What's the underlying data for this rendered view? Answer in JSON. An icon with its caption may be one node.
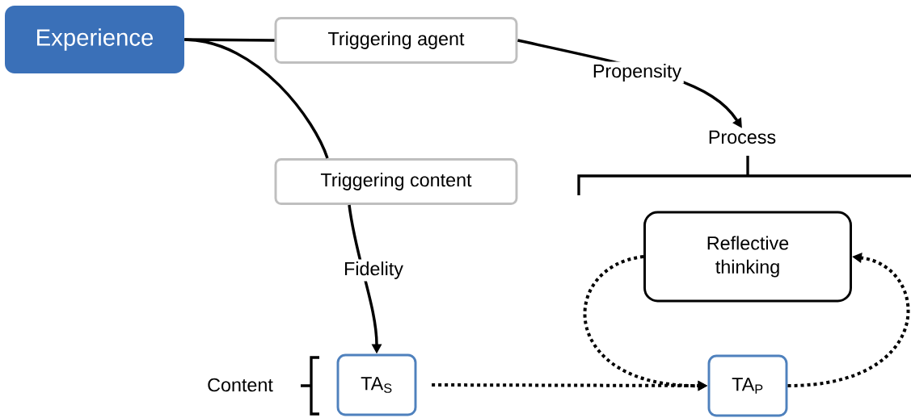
{
  "diagram": {
    "nodes": [
      {
        "text": [
          "Experience"
        ]
      },
      {
        "text": [
          "Triggering agent"
        ]
      },
      {
        "text": [
          "Triggering content"
        ]
      },
      {
        "text": [
          "Process"
        ]
      },
      {
        "text": [
          "Reflective thinking"
        ]
      },
      {
        "text": [
          "TA$_{S}$"
        ]
      },
      {
        "text": [
          "TA$_{P}$"
        ]
      }
    ],
    "edges": [
      {
        "from": 0,
        "to": 1,
        "arrow": "none"
      },
      {
        "from": 1,
        "to": 3,
        "arrow": "to",
        "label": "Propensity"
      },
      {
        "from": 0,
        "to": 2,
        "arrow": "none"
      },
      {
        "from": 2,
        "to": 5,
        "arrow": "to",
        "label": "Fidelity"
      },
      {
        "from": 5,
        "to": 6,
        "arrow": "to",
        "style": "dashed"
      },
      {
        "from": 4,
        "to": 6,
        "arrow": "to",
        "style": "dashed"
      },
      {
        "from": 6,
        "to": 4,
        "arrow": "to",
        "style": "dashed"
      }
    ],
    "labels": [
      "Content"
    ]
  }
}
